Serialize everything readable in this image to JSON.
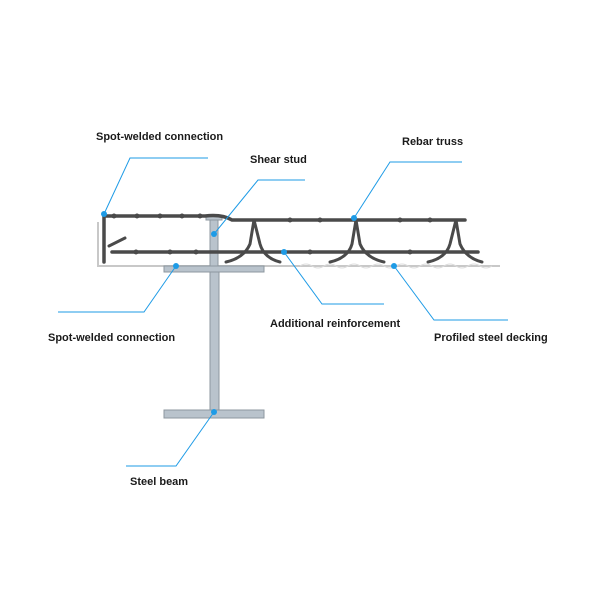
{
  "labels": {
    "spot_welded_top": "Spot-welded connection",
    "shear_stud": "Shear stud",
    "rebar_truss": "Rebar truss",
    "spot_welded_bottom": "Spot-welded connection",
    "additional_reinforcement": "Additional reinforcement",
    "profiled_steel_decking": "Profiled steel decking",
    "steel_beam": "Steel beam"
  },
  "colors": {
    "leader": "#1e9be6",
    "rebar": "#4a4a4a",
    "beam_fill": "#b9c3cc",
    "beam_stroke": "#8d979f",
    "decking": "#c8c8c8",
    "text": "#1a1a1a"
  }
}
